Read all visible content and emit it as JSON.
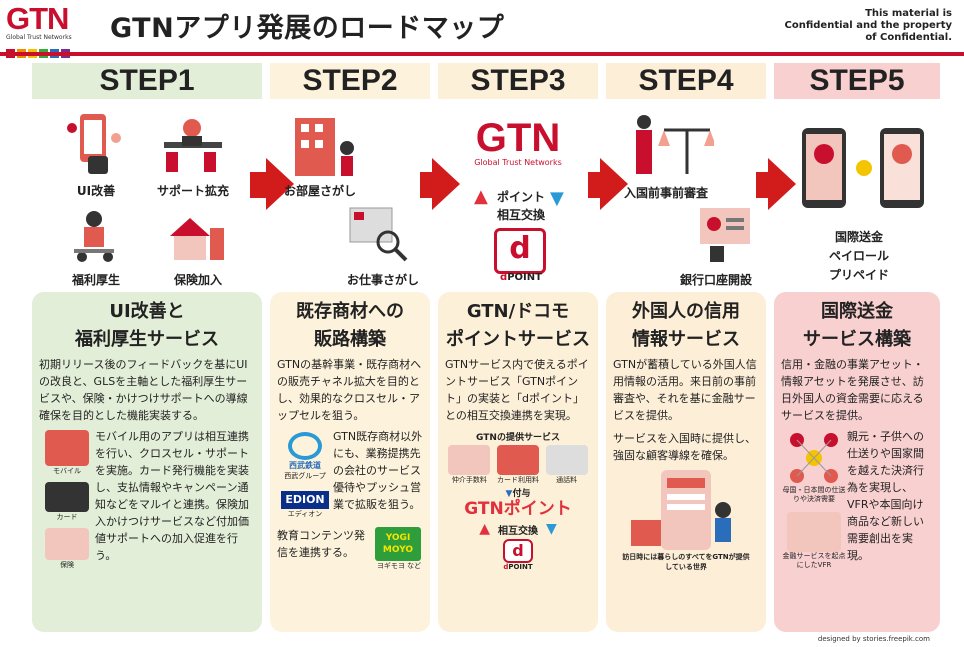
{
  "header": {
    "logo": "GTN",
    "logo_sub": "Global Trust Networks",
    "title": "GTNアプリ発展のロードマップ",
    "confidential": [
      "This material is",
      "Confidential and the property",
      "of Confidential."
    ]
  },
  "colors": {
    "accent": "#c8102e",
    "step1": "#e3eed8",
    "step2": "#fdf3dc",
    "step3": "#fdf0d8",
    "step4": "#fdeed7",
    "step5": "#f9d0d0",
    "card1": "#e3eed8",
    "card2": "#fdf3dc",
    "card3": "#fdf0d8",
    "card4": "#fdeed7",
    "card5": "#f9d0d0"
  },
  "logo_colors": [
    "#c8102e",
    "#f08c00",
    "#f5c400",
    "#3aa935",
    "#2a6ebb",
    "#7b2d8e"
  ],
  "steps": [
    "STEP1",
    "STEP2",
    "STEP3",
    "STEP4",
    "STEP5"
  ],
  "illustrations": {
    "s1": [
      "UI改善",
      "サポート拡充",
      "福利厚生",
      "保険加入"
    ],
    "s2": [
      "お部屋さがし",
      "お仕事さがし"
    ],
    "s3": {
      "logo": "GTN",
      "logo_sub": "Global Trust Networks",
      "label1": "ポイント",
      "label2": "相互交換",
      "dpoint": "POINT"
    },
    "s4": [
      "入国前事前審査",
      "銀行口座開設"
    ],
    "s5": [
      "国際送金",
      "ペイロール",
      "プリペイド"
    ]
  },
  "cards": {
    "c1": {
      "title1": "UI改善と",
      "title2": "福利厚生サービス",
      "p1": "初期リリース後のフィードバックを基にUIの改良と、GLSを主軸とした福利厚生サービスや、保険・かけつけサポートへの導線確保を目的とした機能実装する。",
      "p2": "モバイル用のアプリは相互連携を行い、クロスセル・サポートを実施。カード発行機能を実装し、支払情報やキャンペーン通知などをマルイと連携。保険加入かけつけサービスなど付加価値サポートへの加入促進を行う。",
      "icons": [
        "モバイル",
        "カード",
        "保険"
      ]
    },
    "c2": {
      "title1": "既存商材への",
      "title2": "販路構築",
      "p1": "GTNの基幹事業・既存商材への販売チャネル拡大を目的とし、効果的なクロスセル・アップセルを狙う。",
      "p2": "GTN既存商材以外にも、業務提携先の会社のサービス優待やプッシュ営業で拡販を狙う。",
      "p3": "教育コンテンツ発信を連携する。",
      "logos": [
        "西武鉄道",
        "西武グループ",
        "EDION",
        "エディオン",
        "YOGI MOYO",
        "ヨギモヨ など"
      ]
    },
    "c3": {
      "title1": "GTN/ドコモ",
      "title2": "ポイントサービス",
      "p1": "GTNサービス内で使えるポイントサービス「GTNポイント」の実装と「dポイント」との相互交換連携を実現。",
      "diagram_title": "GTNの提供サービス",
      "items": [
        "仲介手数料",
        "カード利用料",
        "通話料"
      ],
      "grant": "付与",
      "gtnpoint": "GTNポイント",
      "exchange": "相互交換",
      "dpoint": "POINT"
    },
    "c4": {
      "title1": "外国人の信用",
      "title2": "情報サービス",
      "p1": "GTNが蓄積している外国人信用情報の活用。来日前の事前審査や、それを基に金融サービスを提供。",
      "p2": "サービスを入国時に提供し、強固な顧客導線を確保。",
      "caption": "訪日時には暮らしのすべてをGTNが提供している世界"
    },
    "c5": {
      "title1": "国際送金",
      "title2": "サービス構築",
      "p1": "信用・金融の事業アセット・情報アセットを発展させ、訪日外国人の資金需要に応えるサービスを提供。",
      "p2": "親元・子供への仕送りや国家間を越えた決済行為を実現し、VFRや本国向け商品など新しい需要創出を実現。",
      "cap1": "母国・日本間の仕送りや決済需要",
      "cap2": "金融サービスを起点にしたVFR"
    }
  },
  "credit": "designed by stories.freepik.com"
}
